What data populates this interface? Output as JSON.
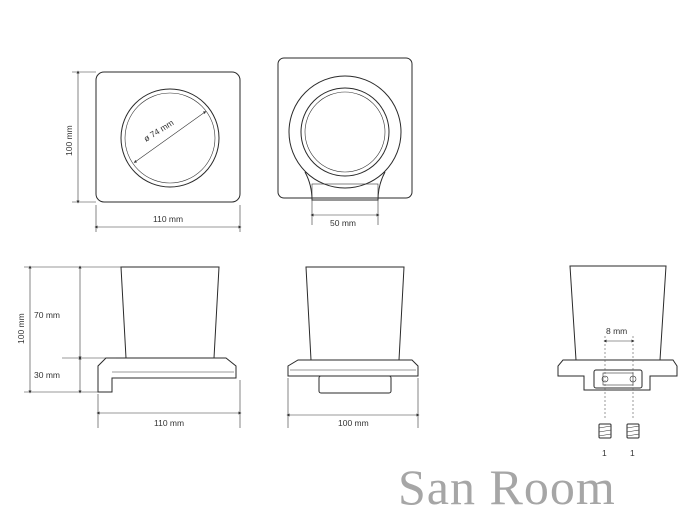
{
  "dimensions": {
    "top_height": "100 mm",
    "top_width": "110 mm",
    "diameter": "ø 74 mm",
    "mount_width": "50 mm",
    "front_total_height": "100 mm",
    "front_cup_height": "70 mm",
    "front_base_height": "30 mm",
    "front_width": "110 mm",
    "side_width": "100 mm",
    "screw_spacing": "8 mm",
    "screw_count_left": "1",
    "screw_count_right": "1"
  },
  "brand": "San Room"
}
